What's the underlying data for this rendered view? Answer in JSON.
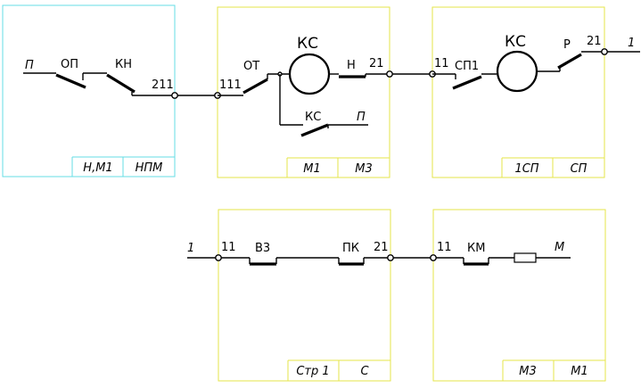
{
  "blocks": [
    {
      "id": "blk1",
      "color": "#66dde6",
      "footer": [
        "Н,М1",
        "НПМ"
      ]
    },
    {
      "id": "blk2",
      "color": "#e6e64a",
      "footer": [
        "М1",
        "М3"
      ]
    },
    {
      "id": "blk3",
      "color": "#e6e64a",
      "footer": [
        "1СП",
        "СП"
      ]
    },
    {
      "id": "blk4",
      "color": "#e6e64a",
      "footer": [
        "Стр 1",
        "С"
      ]
    },
    {
      "id": "blk5",
      "color": "#e6e64a",
      "footer": [
        "М3",
        "М1"
      ]
    }
  ],
  "labels": {
    "p_left": "П",
    "op": "ОП",
    "kn": "КН",
    "n211": "211",
    "n111": "111",
    "ot": "ОТ",
    "ks_coil1": "КС",
    "h": "Н",
    "n21_a": "21",
    "ks_contact": "КС",
    "p_branch": "П",
    "n11_a": "11",
    "sp1": "СП1",
    "ks_coil2": "КС",
    "r": "Р",
    "n21_b": "21",
    "one_right": "1",
    "one_left": "1",
    "n11_b": "11",
    "v3": "В3",
    "pk": "ПК",
    "n21_c": "21",
    "n11_c": "11",
    "km": "КМ",
    "m_right": "М"
  }
}
